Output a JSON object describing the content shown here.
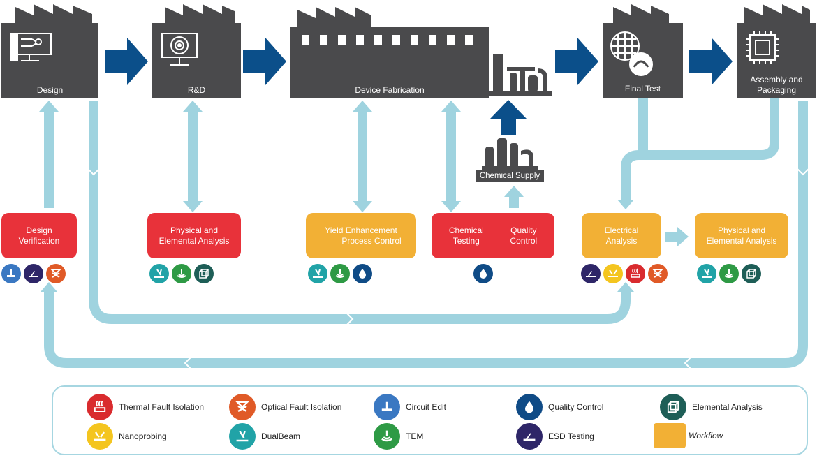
{
  "stages": {
    "design": "Design",
    "rd": "R&D",
    "device_fabrication": "Device Fabrication",
    "final_test": "Final Test",
    "assembly_line1": "Assembly and",
    "assembly_line2": "Packaging",
    "chemical_supply": "Chemical Supply"
  },
  "boxes": {
    "design_verification_1": "Design",
    "design_verification_2": "Verification",
    "physical_elemental_1": "Physical and",
    "physical_elemental_2": "Elemental Analysis",
    "yield_1": "Yield Enhancement",
    "yield_2": "Process Control",
    "chemical_testing_1": "Chemical",
    "chemical_testing_2": "Testing",
    "quality_control_1": "Quality",
    "quality_control_2": "Control",
    "electrical_1": "Electrical",
    "electrical_2": "Analysis",
    "physical_elemental_right_1": "Physical and",
    "physical_elemental_right_2": "Elemental Analysis"
  },
  "legend": {
    "thermal": "Thermal Fault Isolation",
    "optical": "Optical Fault Isolation",
    "circuit": "Circuit Edit",
    "quality": "Quality Control",
    "elemental": "Elemental Analysis",
    "nanoprobing": "Nanoprobing",
    "dualbeam": "DualBeam",
    "tem": "TEM",
    "esd": "ESD Testing",
    "workflow": "Workflow"
  },
  "icons": {
    "thermal": "thermal-fault-isolation-icon",
    "optical": "optical-fault-isolation-icon",
    "circuit": "circuit-edit-icon",
    "quality": "quality-control-icon",
    "elemental": "elemental-analysis-icon",
    "nanoprobing": "nanoprobing-icon",
    "dualbeam": "dualbeam-icon",
    "tem": "tem-icon",
    "esd": "esd-testing-icon"
  },
  "colors": {
    "factory": "#4a4a4c",
    "arrow_dark_blue": "#0b4f8a",
    "flow_light_blue": "#9fd3df",
    "red": "#e8323a",
    "orange": "#f2b035"
  }
}
